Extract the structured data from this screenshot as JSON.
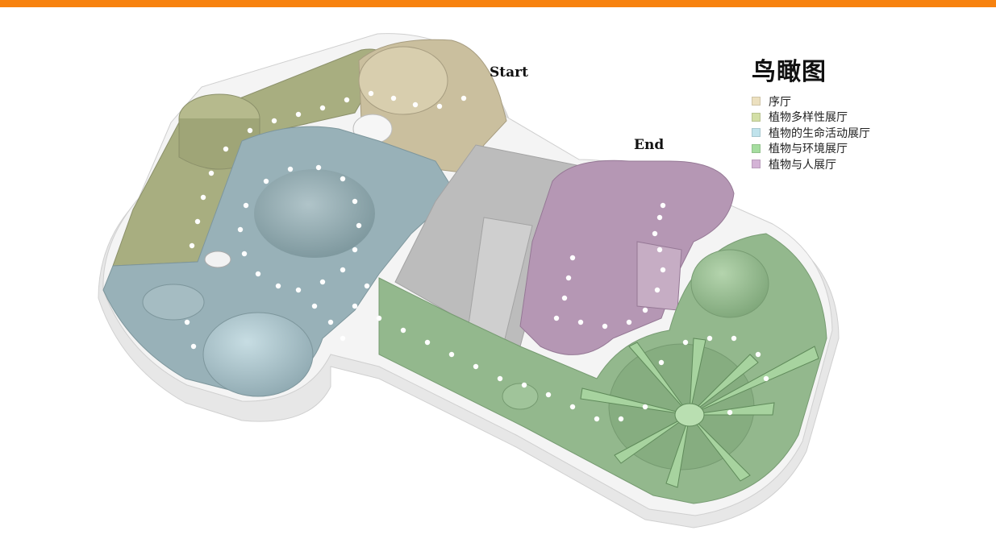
{
  "legend": {
    "title": "鸟瞰图",
    "items": [
      {
        "label": "序厅",
        "color": "#ece0bf"
      },
      {
        "label": "植物多样性展厅",
        "color": "#d3dfa6"
      },
      {
        "label": "植物的生命活动展厅",
        "color": "#c0e3ec"
      },
      {
        "label": "植物与环境展厅",
        "color": "#a5dd9f"
      },
      {
        "label": "植物与人展厅",
        "color": "#d4b3d6"
      }
    ]
  },
  "labels": {
    "start": "Start",
    "end": "End"
  },
  "colors": {
    "accent_bar": "#f7820f",
    "foyer": "#cbbf9f",
    "diversity": "#a5ad7c",
    "life": "#98b1b8",
    "environment": "#93b88d",
    "human": "#b597b4",
    "corridor": "#bcbcbc",
    "shell": "#e9e9e9",
    "path_dots": "#ffffff"
  }
}
